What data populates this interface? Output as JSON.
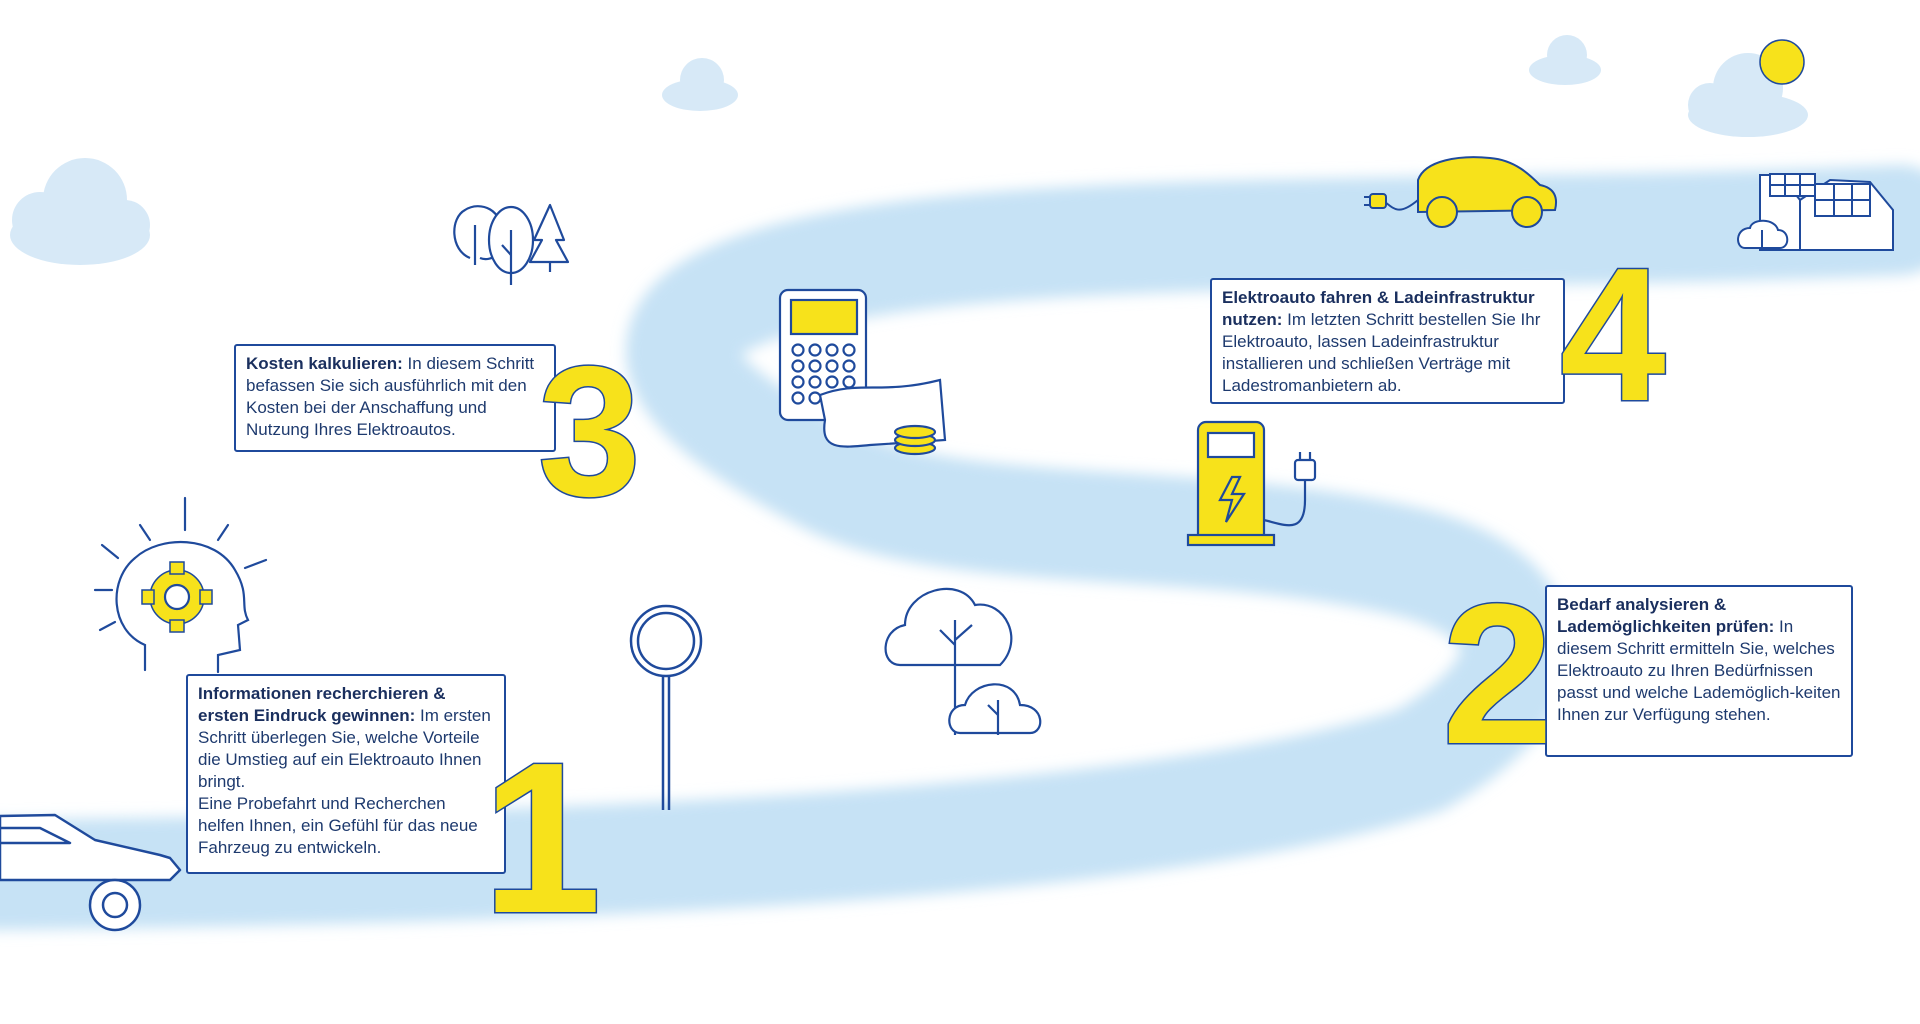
{
  "colors": {
    "road": "#c6e2f5",
    "cloud": "#d7e9f7",
    "outline": "#1f4a9c",
    "accent": "#f7e21b",
    "text": "#1e3a6e"
  },
  "steps": [
    {
      "number": "1",
      "title": "Informationen recherchieren & ersten Eindruck gewinnen:",
      "body": " Im ersten Schritt überlegen Sie, welche Vorteile die Umstieg auf ein Elektroauto Ihnen bringt.\nEine Probefahrt und Recherchen helfen Ihnen, ein Gefühl für das neue Fahrzeug zu entwickeln."
    },
    {
      "number": "2",
      "title": "Bedarf analysieren & Lademöglichkeiten prüfen:",
      "body": " In diesem Schritt ermitteln Sie, welches\nElektroauto zu Ihren Bedürfnissen passt und welche Lademöglich-keiten Ihnen zur Verfügung stehen."
    },
    {
      "number": "3",
      "title": "Kosten kalkulieren:",
      "body": " In diesem Schritt befassen Sie sich ausführlich mit den Kosten bei der Anschaffung und Nutzung Ihres Elektroautos."
    },
    {
      "number": "4",
      "title": "Elektroauto fahren & Ladeinfrastruktur nutzen:",
      "body": " Im letzten Schritt bestellen Sie Ihr Elektroauto, lassen Ladeinfrastruktur installieren und schließen Verträge mit Ladestromanbietern ab."
    }
  ],
  "icons": {
    "car": "car-outline-icon",
    "head": "head-gear-icon",
    "sign": "road-sign-icon",
    "trees_top": "trees-icon",
    "calculator": "calculator-icon",
    "money": "money-coins-icon",
    "trees_mid": "cloud-trees-icon",
    "charger": "charging-station-icon",
    "ecar": "electric-car-icon",
    "house": "solar-house-icon",
    "sun": "sun-icon"
  }
}
